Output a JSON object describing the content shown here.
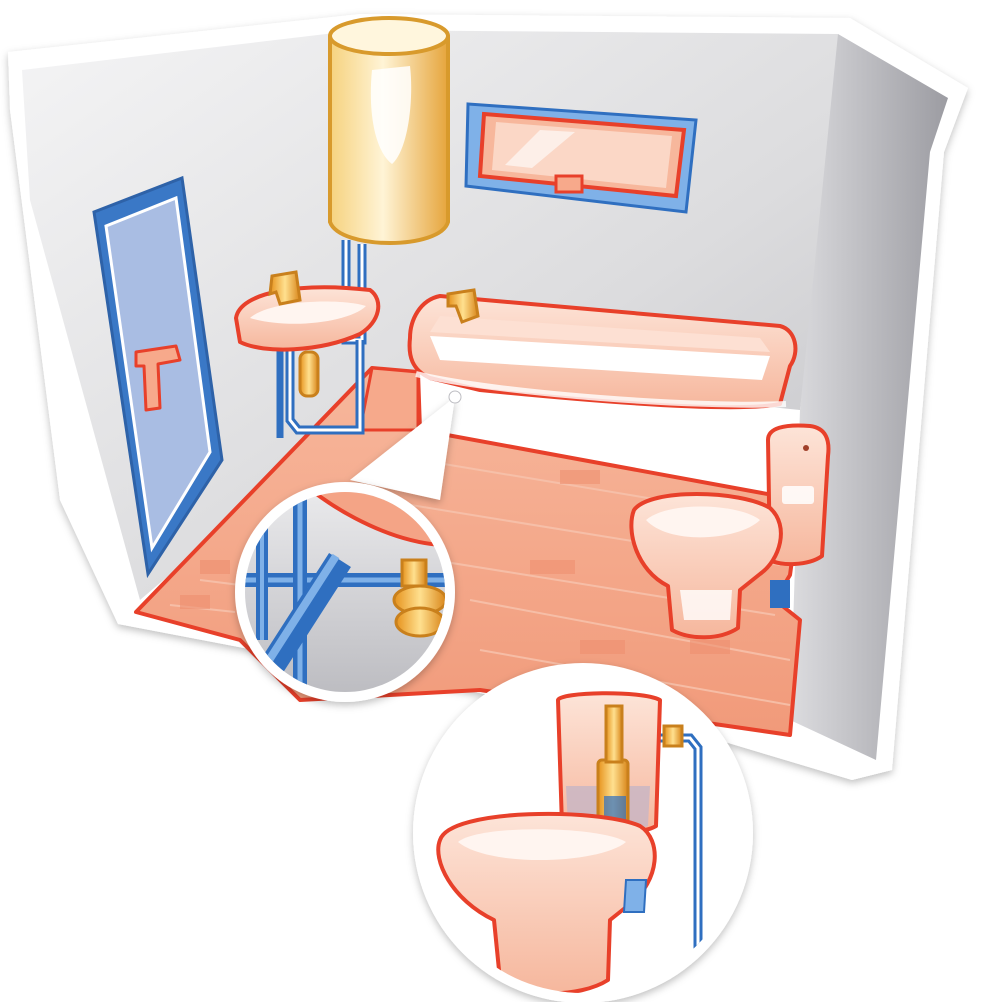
{
  "illustration": {
    "subject": "bathroom-plumbing-cutaway",
    "objects": [
      "room-shell",
      "door",
      "water-heater",
      "window",
      "washbasin",
      "bathtub",
      "toilet",
      "under-floor-pipes-detail",
      "cistern-detail"
    ]
  },
  "colors": {
    "outline_red": "#e8402a",
    "fixture_fill": "#fbd0bd",
    "fixture_light": "#fff1ea",
    "floor": "#f4a486",
    "floor_dark": "#ef8f6f",
    "pipe_blue": "#2f6fc0",
    "pipe_light": "#7fb1e8",
    "door_blue": "#3a78c6",
    "door_panel": "#a9bde3",
    "wall": "#d7d7da",
    "brass": "#f2a72b",
    "brass_light": "#ffd98a",
    "heater_gold": "#f3c25a",
    "water": "#c9b6c4"
  }
}
